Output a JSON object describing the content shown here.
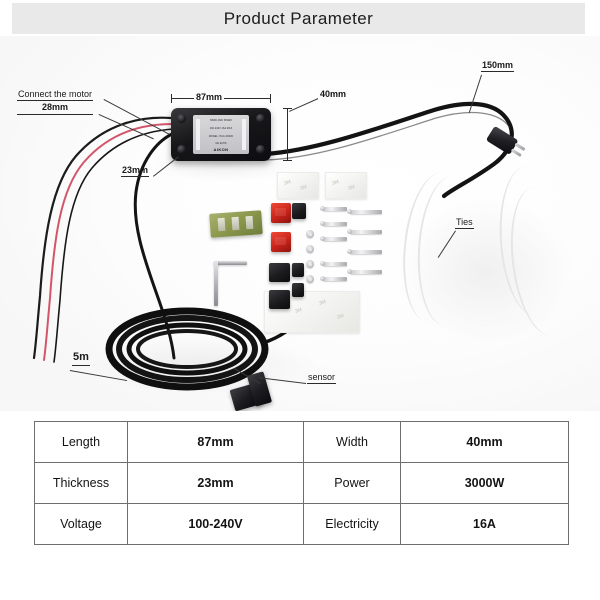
{
  "header": {
    "title": "Product Parameter",
    "band_color": "#e9e9e9"
  },
  "photo": {
    "background_color": "#fdfdfd",
    "module": {
      "brand": "AIKON",
      "label_line1": "HARD AND SPARK",
      "label_line2": "100-240V        16A MAX",
      "label_line3": "MODEL: HAC-3K000",
      "label_line4": "CE  RoHS"
    },
    "callouts": [
      {
        "name": "connect-the-motor",
        "text": "Connect the motor",
        "sub": "28mm"
      },
      {
        "name": "thickness-23mm",
        "text": "23mm"
      },
      {
        "name": "length-87mm",
        "text": "87mm"
      },
      {
        "name": "width-40mm",
        "text": "40mm"
      },
      {
        "name": "cord-150mm",
        "text": "150mm"
      },
      {
        "name": "ties",
        "text": "Ties"
      },
      {
        "name": "cable-5m",
        "text": "5m"
      },
      {
        "name": "sensor",
        "text": "sensor"
      }
    ],
    "adhesive_mark": "3M"
  },
  "spec_table": {
    "rows": [
      {
        "key1": "Length",
        "val1": "87mm",
        "key2": "Width",
        "val2": "40mm"
      },
      {
        "key1": "Thickness",
        "val1": "23mm",
        "key2": "Power",
        "val2": "3000W"
      },
      {
        "key1": "Voltage",
        "val1": "100-240V",
        "key2": "Electricity",
        "val2": "16A"
      }
    ]
  }
}
